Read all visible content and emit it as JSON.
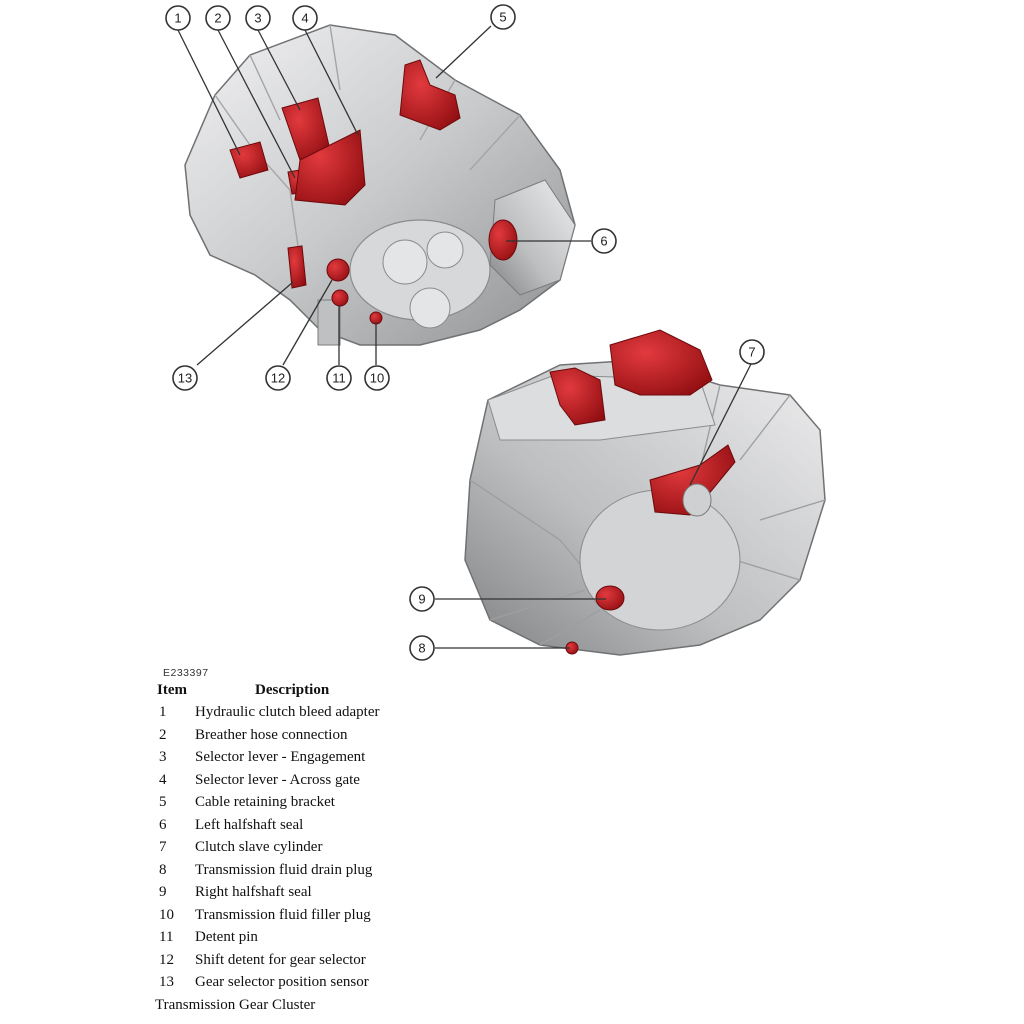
{
  "figure_code": "E233397",
  "legend": {
    "header_item": "Item",
    "header_description": "Description",
    "items": [
      {
        "num": "1",
        "desc": "Hydraulic clutch bleed adapter"
      },
      {
        "num": "2",
        "desc": "Breather hose connection"
      },
      {
        "num": "3",
        "desc": "Selector lever - Engagement"
      },
      {
        "num": "4",
        "desc": "Selector lever - Across gate"
      },
      {
        "num": "5",
        "desc": "Cable retaining bracket"
      },
      {
        "num": "6",
        "desc": "Left halfshaft seal"
      },
      {
        "num": "7",
        "desc": "Clutch slave cylinder"
      },
      {
        "num": "8",
        "desc": "Transmission fluid drain plug"
      },
      {
        "num": "9",
        "desc": "Right halfshaft seal"
      },
      {
        "num": "10",
        "desc": "Transmission fluid filler plug"
      },
      {
        "num": "11",
        "desc": "Detent pin"
      },
      {
        "num": "12",
        "desc": "Shift detent for gear selector"
      },
      {
        "num": "13",
        "desc": "Gear selector position sensor"
      }
    ]
  },
  "caption": "Transmission Gear Cluster",
  "callouts": [
    "1",
    "2",
    "3",
    "4",
    "5",
    "6",
    "7",
    "8",
    "9",
    "10",
    "11",
    "12",
    "13"
  ],
  "colors": {
    "housing": "#c9cacc",
    "housing_dark": "#8e9092",
    "highlight": "#c0161b"
  }
}
